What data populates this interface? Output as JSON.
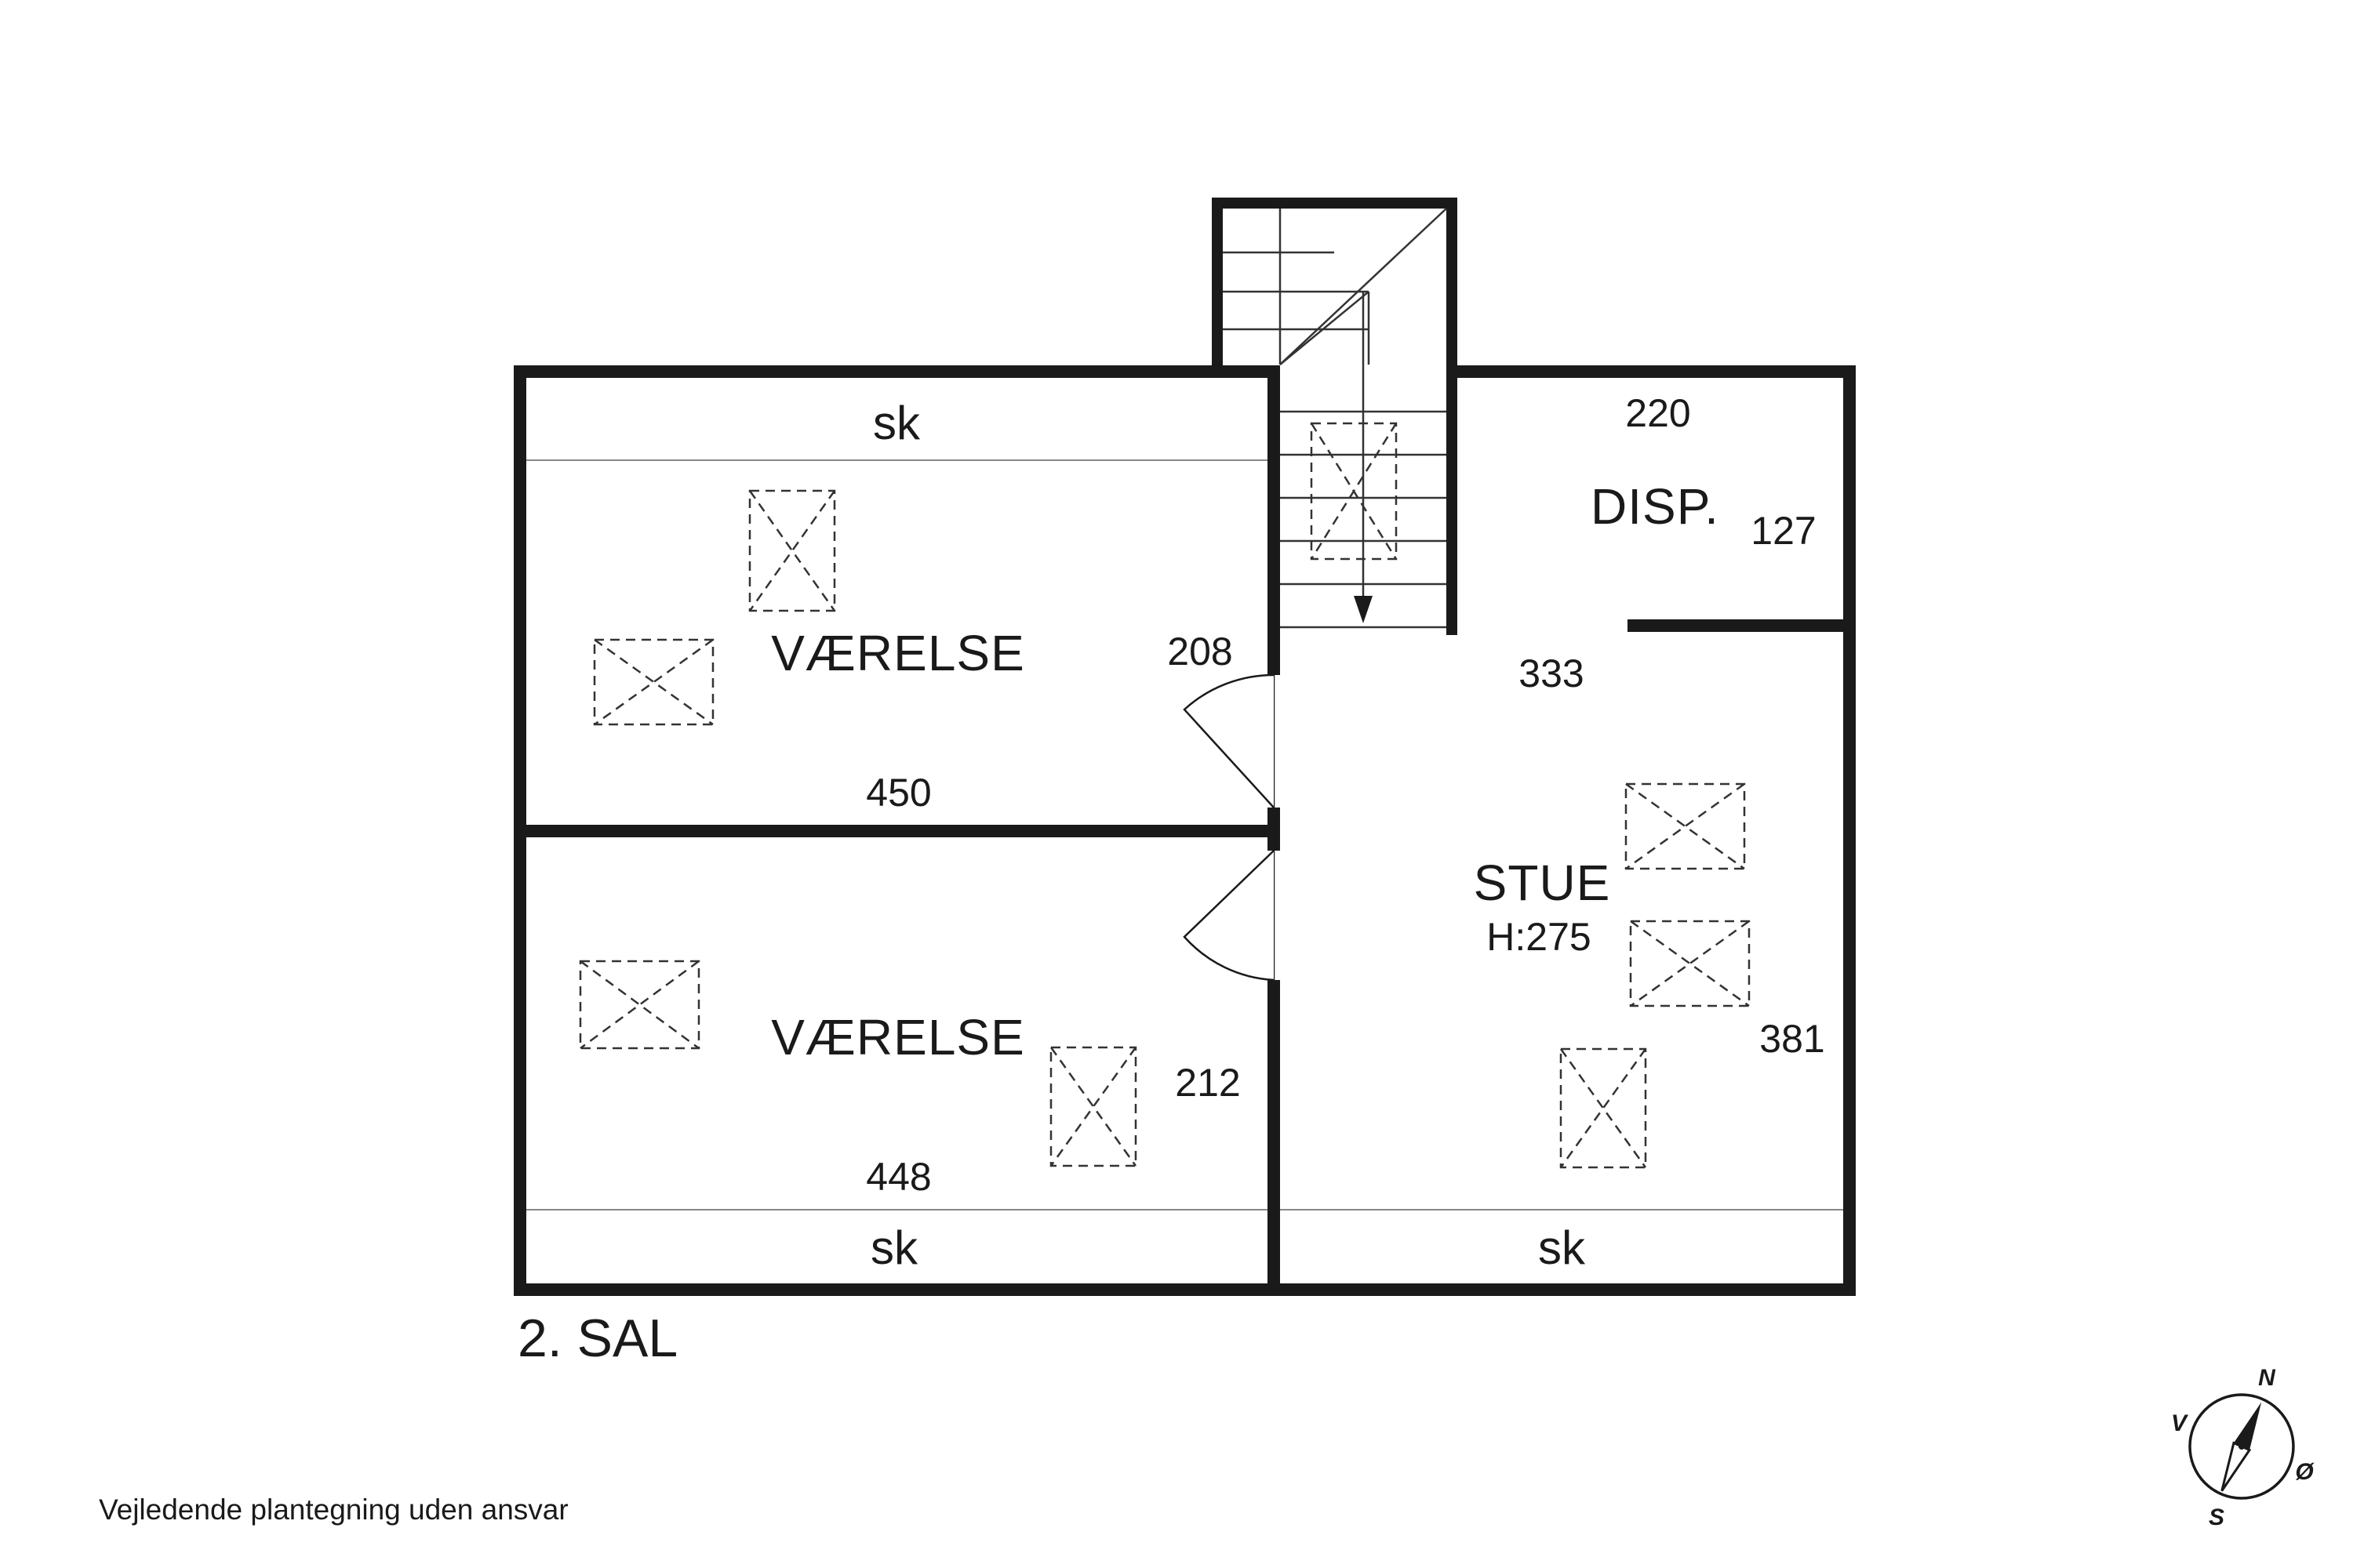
{
  "plan": {
    "floor_label": "2. SAL",
    "disclaimer": "Vejledende plantegning uden ansvar",
    "rooms": {
      "vaerelse_upper": {
        "name": "VÆRELSE",
        "dim_side": "208",
        "dim_bottom": "450"
      },
      "vaerelse_lower": {
        "name": "VÆRELSE",
        "dim_side": "212",
        "dim_bottom": "448"
      },
      "disp": {
        "name": "DISP.",
        "dim_top": "220",
        "dim_side": "127"
      },
      "stue": {
        "name": "STUE",
        "height": "H:275",
        "dim_top": "333",
        "dim_side": "381"
      }
    },
    "sk_labels": [
      "sk",
      "sk",
      "sk"
    ]
  },
  "compass": {
    "north": "N",
    "east": "Ø",
    "south": "S",
    "west": "V"
  },
  "colors": {
    "wall": "#1a1a1a",
    "background": "#ffffff"
  }
}
